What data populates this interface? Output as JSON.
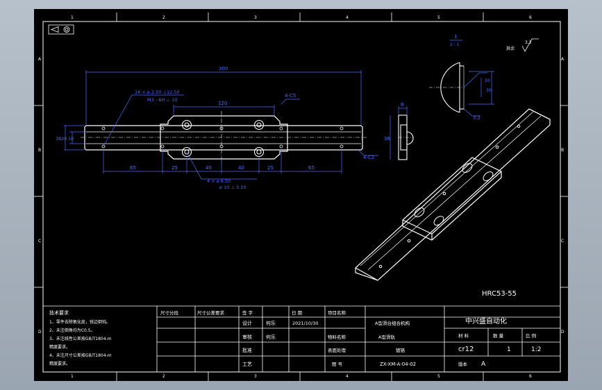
{
  "colors": {
    "background": "#000000",
    "lines": "#ffffff",
    "dimension": "#4a6cff",
    "frame": "#a3adb8"
  },
  "zones": {
    "columns": [
      "1",
      "2",
      "3",
      "4",
      "5",
      "6"
    ],
    "rows": [
      "A",
      "B",
      "C",
      "D"
    ]
  },
  "front_view": {
    "dims": {
      "length": "300",
      "hole_spec_1": "16 × ⌀ 2.50 ⊥12.50",
      "hole_spec_2": "M3 - 6H ⊥ 10",
      "carriage": "120",
      "chamfer": "4-C5",
      "chamfer2": "4-C2",
      "left_end": "65",
      "seg1": "25",
      "seg2": "40",
      "seg3": "40",
      "seg4": "25",
      "right_end": "65",
      "height_total": "38",
      "height_a": "20",
      "height_b": "10",
      "hole_spec_3": "4 × ⌀ 6.50",
      "hole_spec_4": "⌀ 10 ⊥ 3.10"
    }
  },
  "side_view": {
    "width_label": "8",
    "height_label": "36"
  },
  "detail_view": {
    "label": "1",
    "scale": "2 : 1",
    "dims": {
      "d1": "20",
      "d2": "30",
      "d3": "0.2"
    }
  },
  "surface": {
    "roughness": "3.2",
    "note": "其余"
  },
  "hardness": "HRC53-55",
  "title_block": {
    "notes_title": "技术要求",
    "notes": [
      "1、零件去除氧化皮，锐边倒钝。",
      "2、未注倒角均为C0.5。",
      "3、未注线性公差按GB/T1804-m",
      "   精度要求。",
      "4、未注尺寸公差按GB/T1804-m",
      "   精度要求。"
    ],
    "headers": [
      "尺寸分段",
      "尺寸公差要求",
      "签 字",
      "日 期"
    ],
    "designer_label": "设计",
    "designer_name": "何乐",
    "date": "2021/10/30",
    "checker_label": "审核",
    "checker_name": "何乐",
    "approve_label": "批准",
    "process_label": "工艺",
    "project_label": "项目名称",
    "project_name": "A型滑台组合机构",
    "part_label": "物料名称",
    "part_name": "A型滑轨",
    "surface_label": "表面处理",
    "surface_value": "镀铬",
    "drawing_label": "图 号",
    "drawing_no": "ZX-XM-A-04-02",
    "company": "中兴盛自动化",
    "material_label": "材 料",
    "material_value": "cr12",
    "qty_label": "数 量",
    "qty_value": "1",
    "scale_label": "比 例",
    "scale_value": "1:2",
    "version_label": "版本",
    "version_value": "A"
  }
}
